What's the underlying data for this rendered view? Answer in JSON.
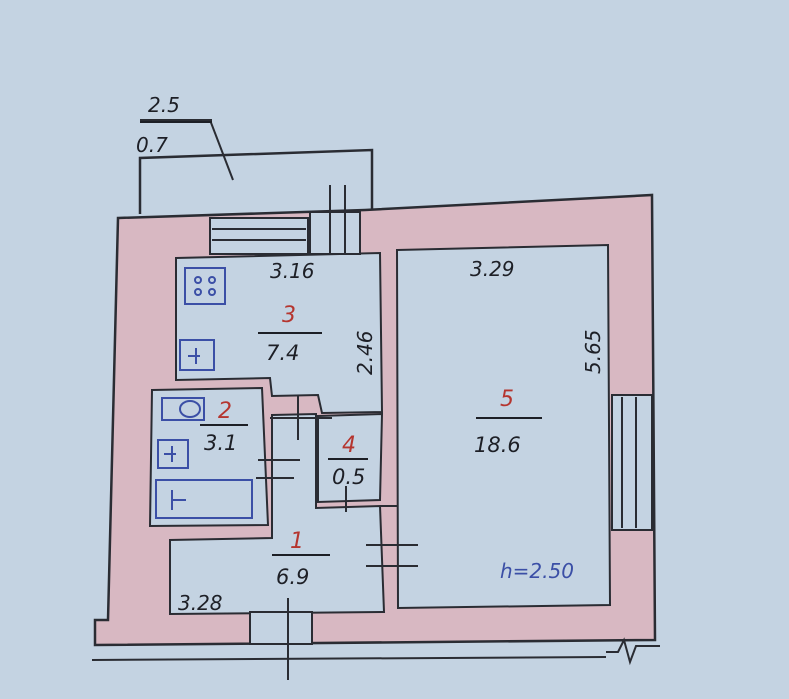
{
  "plan": {
    "balcony": {
      "width": "2.5",
      "area": "0.7"
    },
    "dimensions": {
      "kitchen_width": "3.16",
      "kitchen_depth": "2.46",
      "room_width": "3.29",
      "room_depth": "5.65",
      "hall_width": "3.28"
    },
    "rooms": [
      {
        "no": "1",
        "area": "6.9"
      },
      {
        "no": "2",
        "area": "3.1"
      },
      {
        "no": "3",
        "area": "7.4"
      },
      {
        "no": "4",
        "area": "0.5"
      },
      {
        "no": "5",
        "area": "18.6"
      }
    ],
    "ceiling_height": "h=2.50",
    "colors": {
      "paper": "#c4d3e2",
      "wall_fill": "#d8b8c2",
      "ink": "#1d1f26",
      "red_ink": "#b5352f",
      "blue_ink": "#3b4fa6"
    }
  }
}
